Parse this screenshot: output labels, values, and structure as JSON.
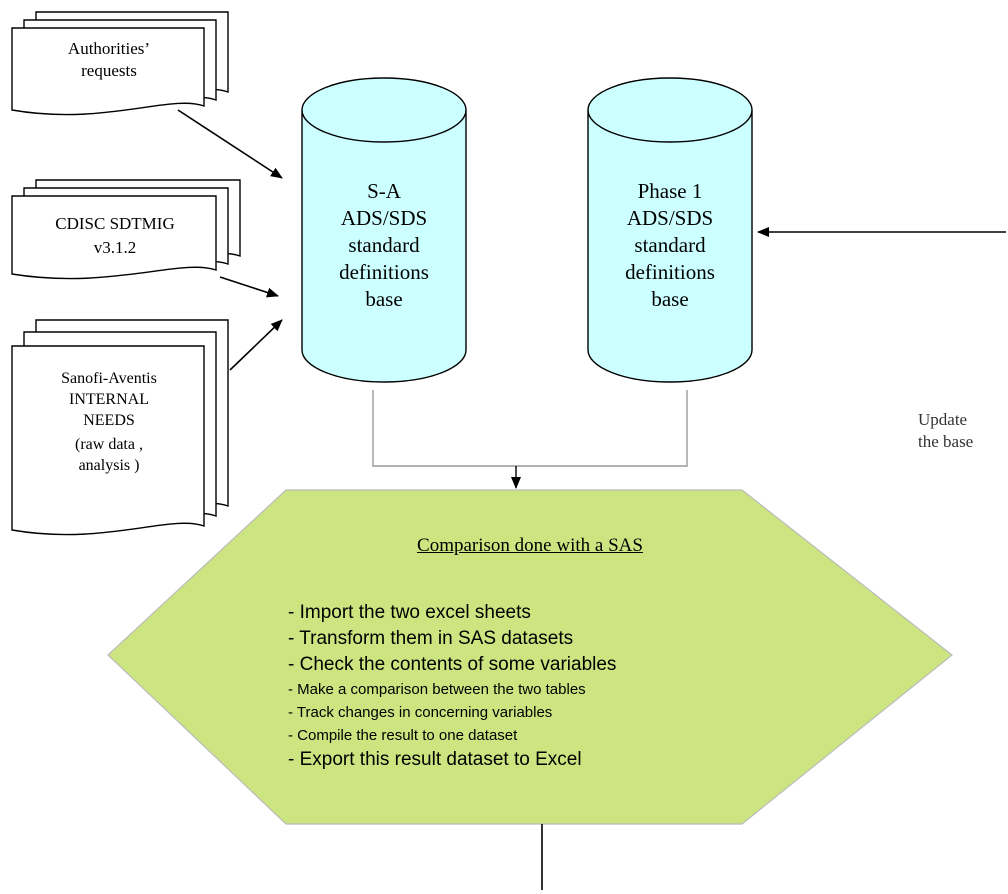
{
  "inputs": {
    "authorities": [
      "Authorities’",
      "requests"
    ],
    "cdisc": [
      "CDISC SDTMIG",
      "v3.1.2"
    ],
    "internal": [
      "Sanofi-Aventis",
      "INTERNAL",
      "NEEDS",
      "(raw data ,",
      "analysis )"
    ]
  },
  "databases": {
    "sa": [
      "S-A",
      "ADS/SDS",
      "standard",
      "definitions",
      "base"
    ],
    "phase1": [
      "Phase 1",
      "ADS/SDS",
      "standard",
      "definitions",
      "base"
    ]
  },
  "side_note": [
    "Update",
    "the base"
  ],
  "process": {
    "title": "Comparison done with a SAS",
    "steps": [
      "- Import the two excel sheets",
      "- Transform them in SAS datasets",
      "- Check the contents of some variables",
      "- Make a comparison between the two tables",
      "- Track changes in concerning variables",
      "- Compile the result to one dataset",
      "- Export this result dataset to Excel"
    ]
  },
  "colors": {
    "database_fill": "#ccffff",
    "process_fill": "#cde580",
    "connector": "#999999",
    "stroke": "#000000"
  }
}
